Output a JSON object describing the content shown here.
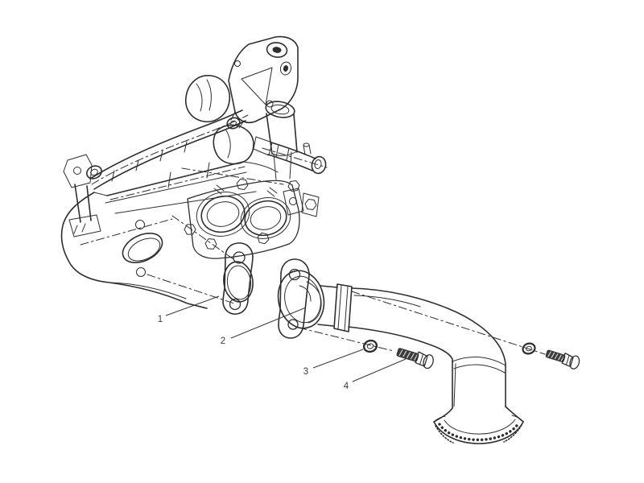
{
  "diagram": {
    "background": "#ffffff",
    "line_color": "#2e2e2e",
    "callout_color": "#3a3a3a",
    "callouts": [
      {
        "number": "1"
      },
      {
        "number": "2"
      },
      {
        "number": "3"
      },
      {
        "number": "4"
      }
    ]
  }
}
